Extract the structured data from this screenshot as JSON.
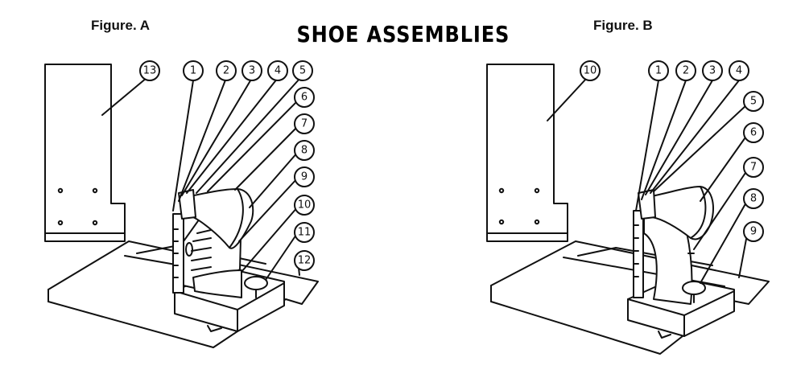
{
  "title": "SHOE ASSEMBLIES",
  "figure_a": {
    "label": "Figure. A",
    "plate_callout": "13",
    "callouts": [
      "1",
      "2",
      "3",
      "4",
      "5",
      "6",
      "7",
      "8",
      "9",
      "10",
      "11",
      "12"
    ]
  },
  "figure_b": {
    "label": "Figure. B",
    "plate_callout": "10",
    "callouts": [
      "1",
      "2",
      "3",
      "4",
      "5",
      "6",
      "7",
      "8",
      "9"
    ]
  }
}
